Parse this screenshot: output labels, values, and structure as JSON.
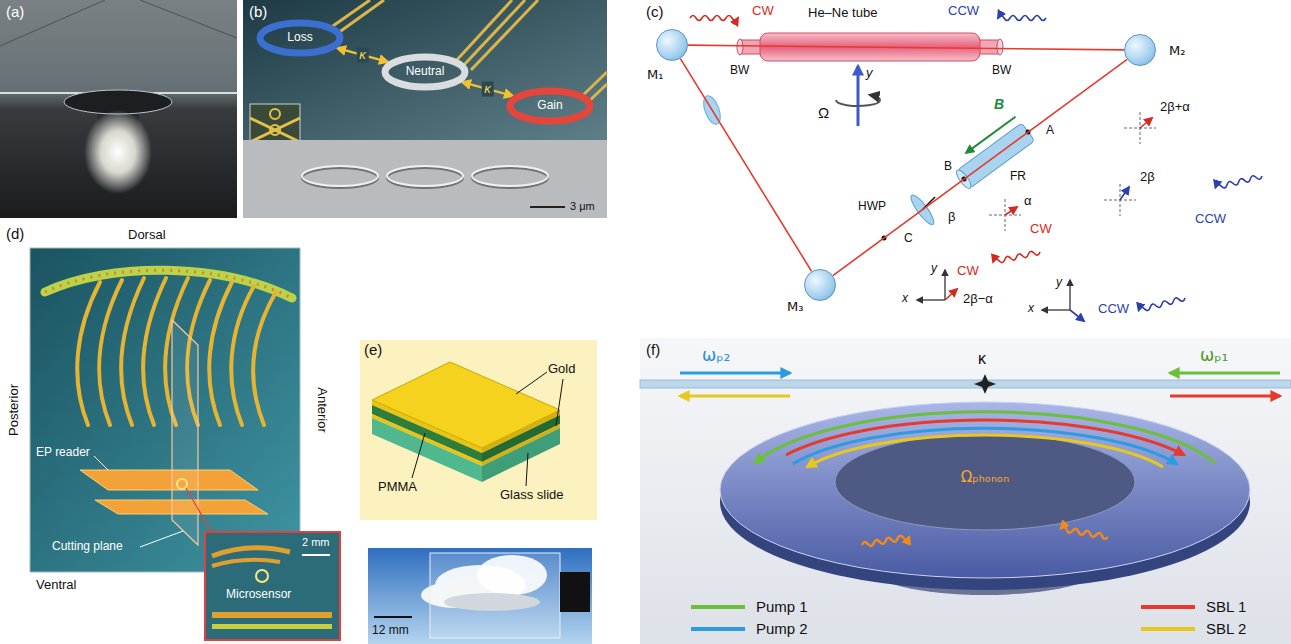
{
  "diagram": {
    "nodes": [
      {
        "text": [
          "(a)"
        ]
      },
      {
        "text": [
          "(b)"
        ]
      },
      {
        "text": [
          "Loss"
        ],
        "in": 1
      },
      {
        "text": [
          "Neutral"
        ],
        "in": 1
      },
      {
        "text": [
          "Gain"
        ],
        "in": 1
      },
      {
        "text": [
          "(c)"
        ]
      },
      {
        "text": [
          "M₁"
        ],
        "in": 5
      },
      {
        "text": [
          "M₂"
        ],
        "in": 5
      },
      {
        "text": [
          "M₃"
        ],
        "in": 5
      },
      {
        "text": [
          "(d)"
        ]
      },
      {
        "text": [
          "(e)"
        ]
      },
      {
        "text": [
          "(f)"
        ]
      }
    ],
    "edges": [
      {
        "from": 2,
        "to": 3,
        "label": "κ",
        "arrow": "both"
      },
      {
        "from": 3,
        "to": 4,
        "label": "κ",
        "arrow": "both"
      },
      {
        "from": 6,
        "to": 7,
        "arrow": "none"
      },
      {
        "from": 7,
        "to": 8,
        "arrow": "none"
      },
      {
        "from": 8,
        "to": 6,
        "arrow": "none"
      }
    ],
    "labels": [
      "3 μm",
      "CW",
      "He–Ne tube",
      "CCW",
      "BW",
      "BW",
      "Ω",
      "y",
      "B",
      "A",
      "FR",
      "B",
      "HWP",
      "β",
      "α",
      "CW",
      "2β+α",
      "2β",
      "CCW",
      "C",
      "y",
      "x",
      "2β−α",
      "CW",
      "y",
      "x",
      "CCW",
      "Dorsal",
      "Posterior",
      "Anterior",
      "EP reader",
      "Cutting plane",
      "Ventral",
      "Microsensor",
      "2 mm",
      "Gold",
      "PMMA",
      "Glass slide",
      "12 mm",
      "ωₚ₂",
      "κ",
      "ωₚ₁",
      "Ωₚₕₒₙₒₙ"
    ],
    "legend": [
      {
        "text": "Pump 1"
      },
      {
        "text": "Pump 2"
      },
      {
        "text": "SBL 1"
      },
      {
        "text": "SBL 2"
      }
    ]
  }
}
